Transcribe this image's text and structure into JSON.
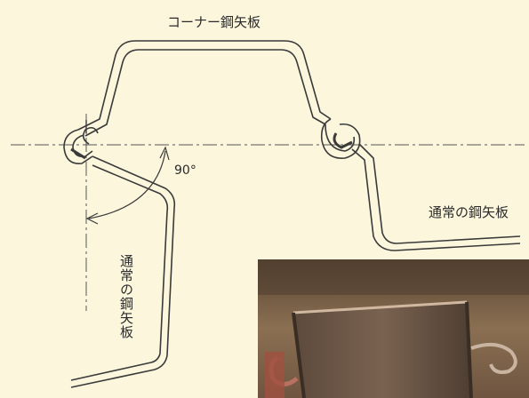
{
  "labels": {
    "corner_sheet_pile": "コーナー鋼矢板",
    "normal_sheet_pile_right": "通常の鋼矢板",
    "normal_sheet_pile_vertical": "通常の鋼矢板",
    "angle": "90°"
  },
  "colors": {
    "background": "#fbf6dc",
    "line": "#3a3a3a",
    "photo_soil": "#8a6f52",
    "photo_steel": "#7a6250"
  },
  "photo": {
    "subject": "corner steel sheet pile installed in soil"
  }
}
